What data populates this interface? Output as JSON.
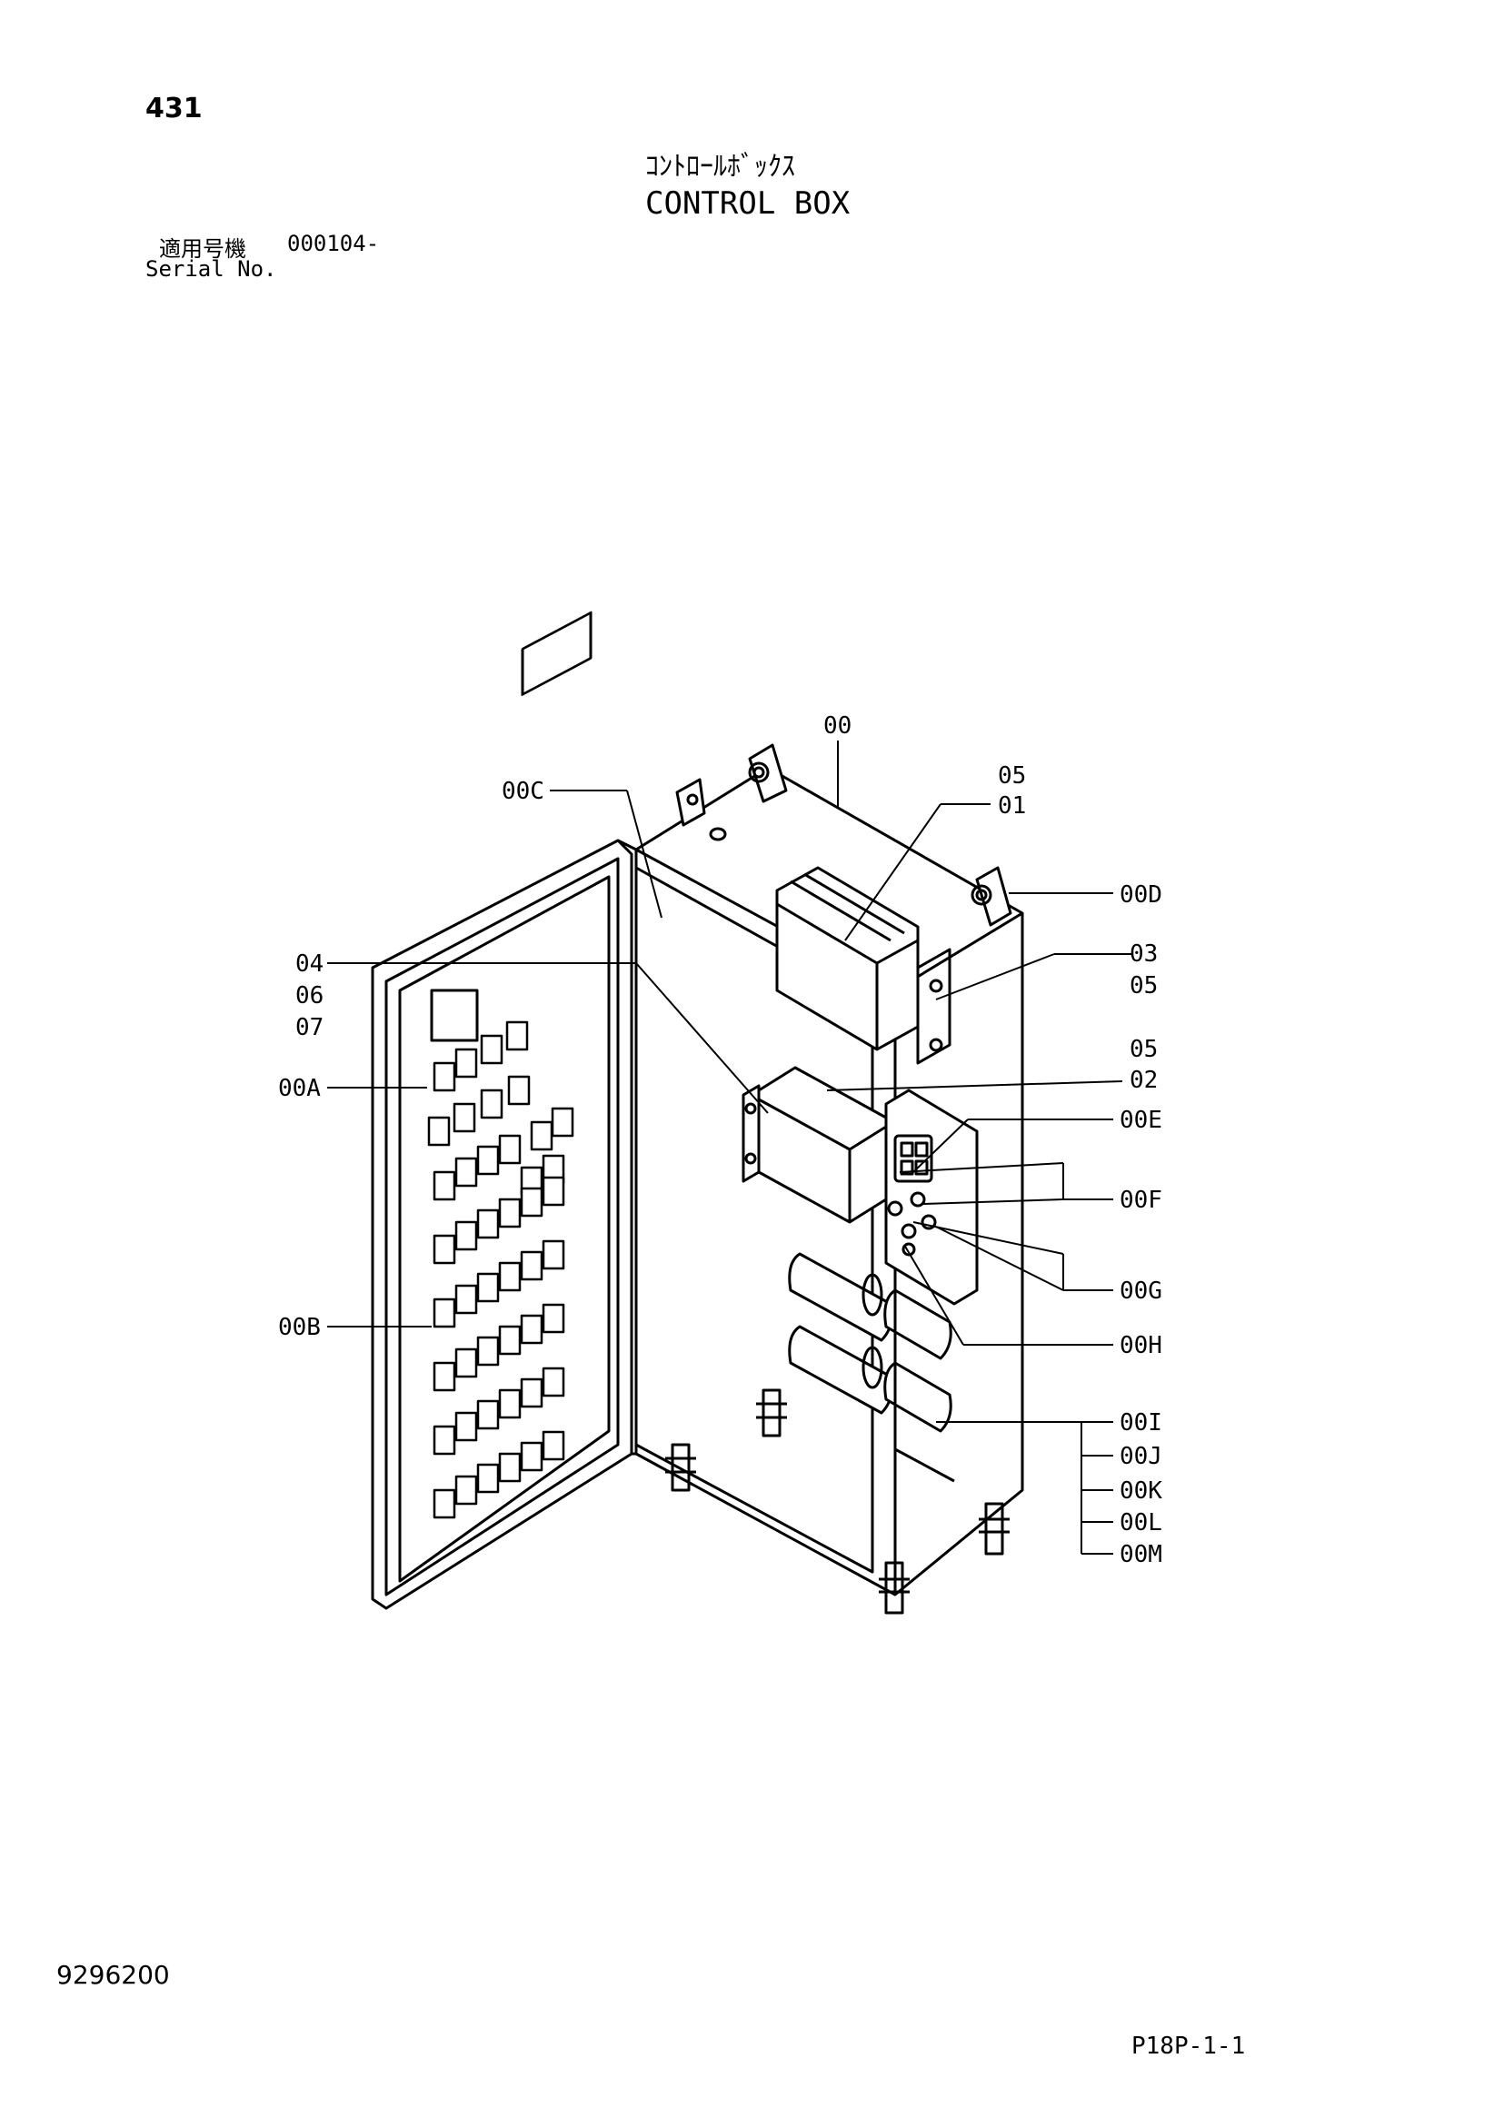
{
  "header": {
    "page_number": "431",
    "title_jp": "ｺﾝﾄﾛｰﾙﾎﾞｯｸｽ",
    "title_en": "CONTROL BOX",
    "serial_label_jp": "適用号機",
    "serial_value": "000104-",
    "serial_label_en": "Serial No."
  },
  "callouts": {
    "c00": "00",
    "c05a": "05",
    "c01": "01",
    "c00C": "00C",
    "c00D": "00D",
    "c03": "03",
    "c05b": "05",
    "c04": "04",
    "c06": "06",
    "c07": "07",
    "c05c": "05",
    "c02": "02",
    "c00A": "00A",
    "c00E": "00E",
    "c00F": "00F",
    "c00G": "00G",
    "c00B": "00B",
    "c00H": "00H",
    "c00I": "00I",
    "c00J": "00J",
    "c00K": "00K",
    "c00L": "00L",
    "c00M": "00M"
  },
  "footer": {
    "drawing_number": "9296200",
    "sheet_code": "P18P-1-1"
  }
}
